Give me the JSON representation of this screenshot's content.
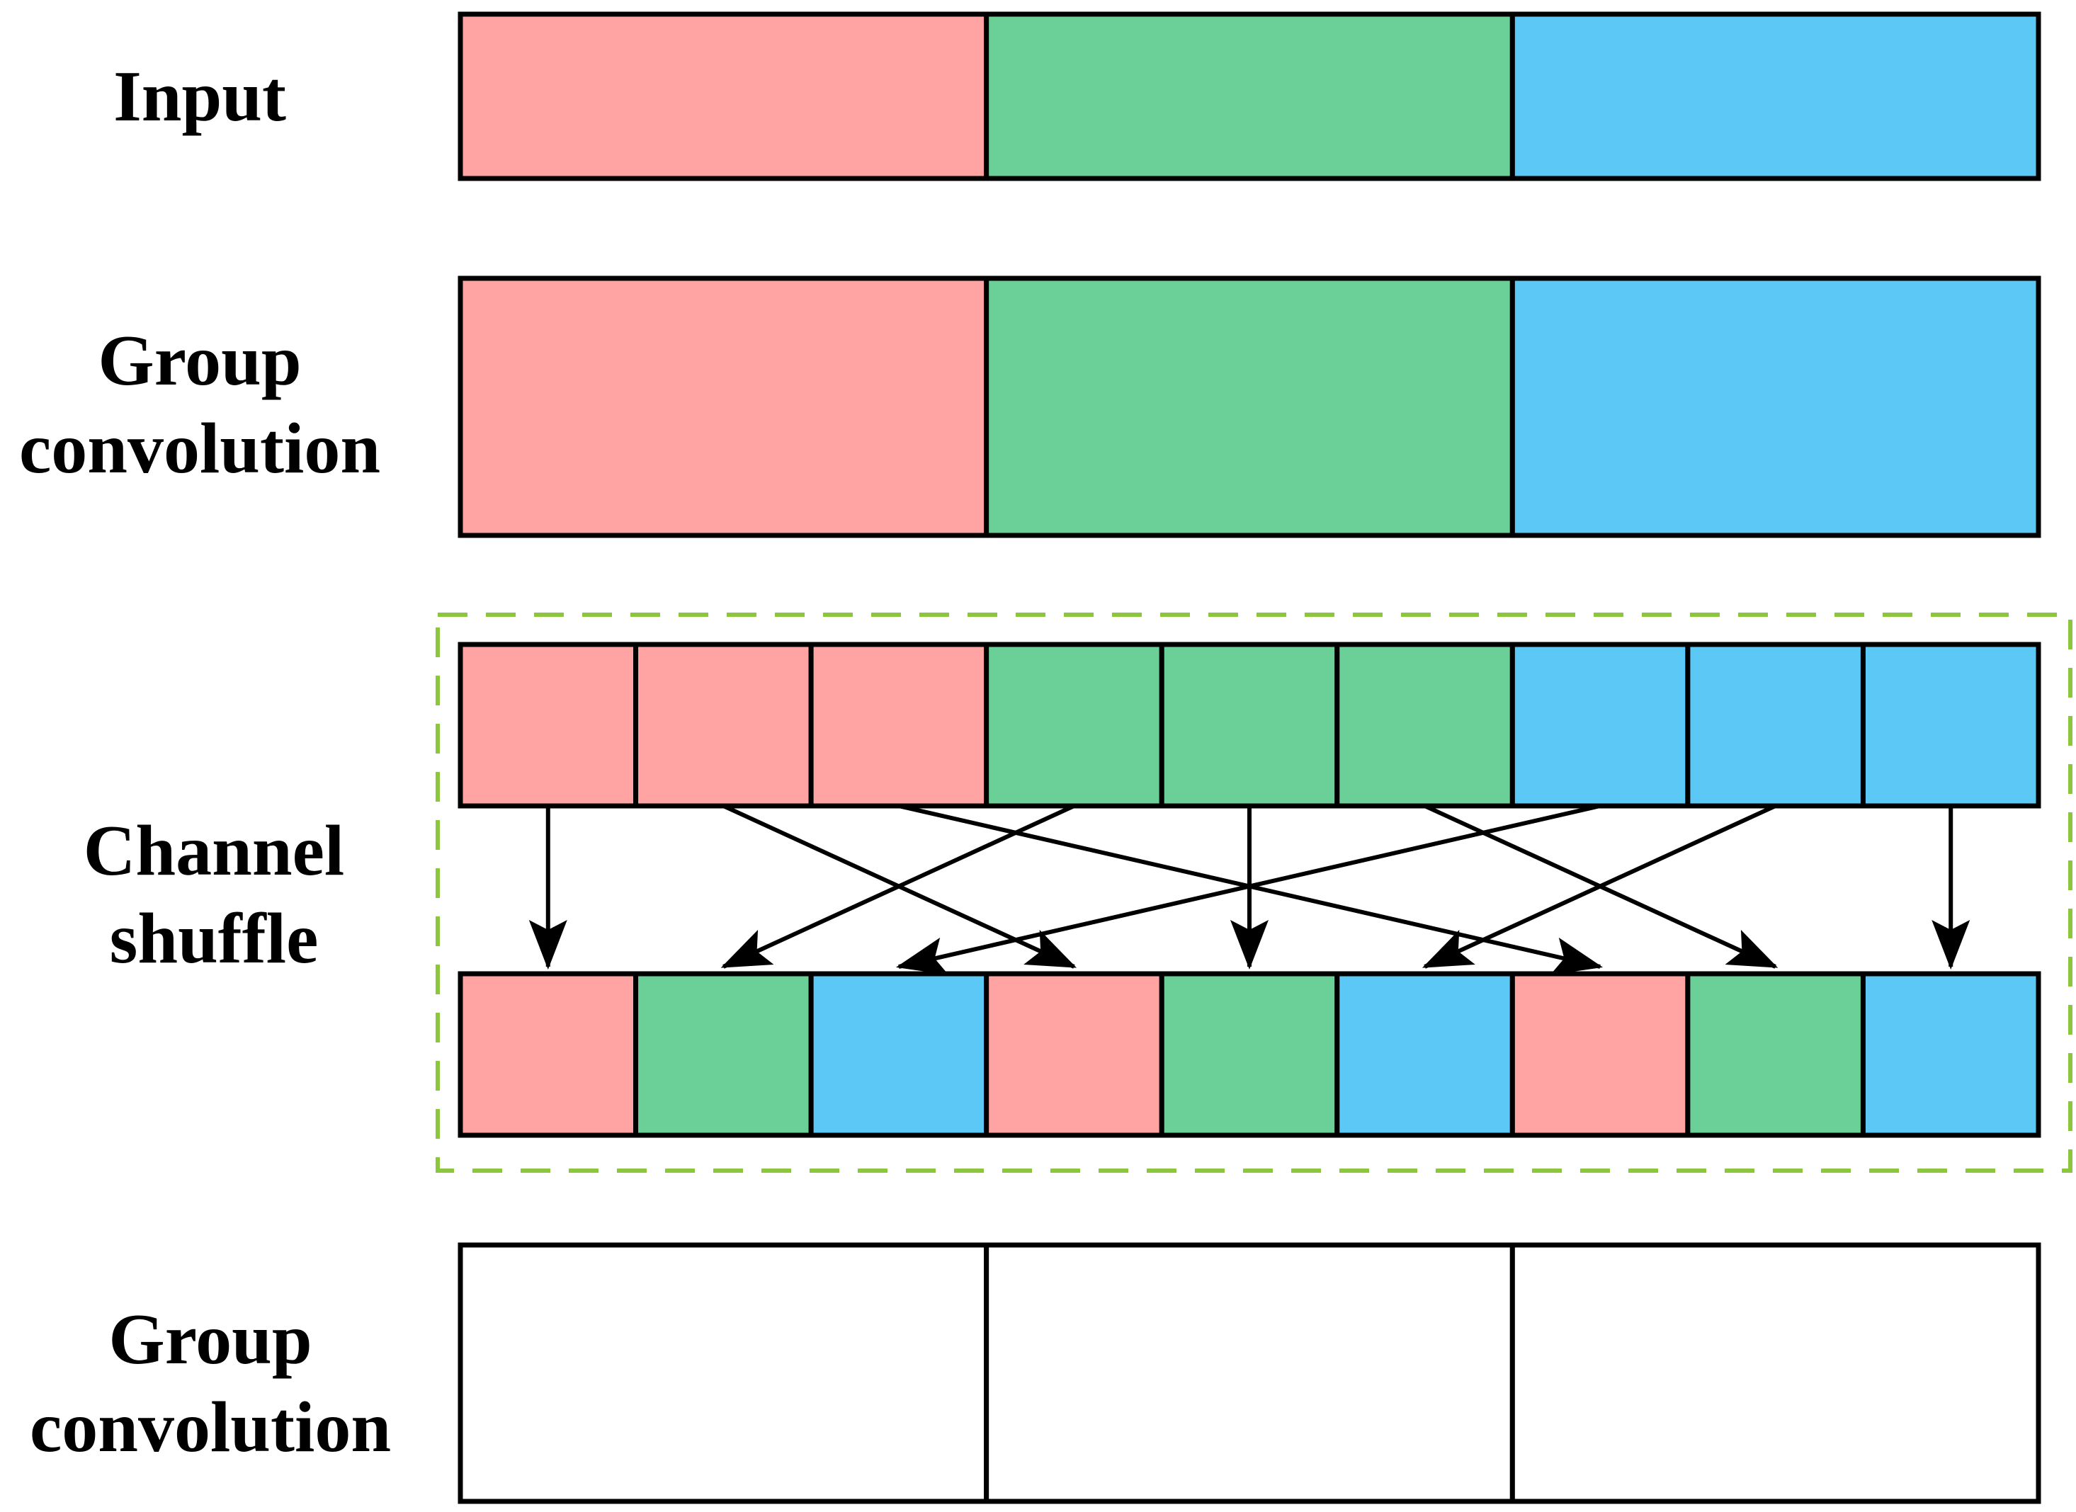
{
  "labels": {
    "input": "Input",
    "group_conv_1": [
      "Group",
      "convolution"
    ],
    "channel_shuffle": [
      "Channel",
      "shuffle"
    ],
    "group_conv_2": [
      "Group",
      "convolution"
    ]
  },
  "colors": {
    "red": "#FFA3A3",
    "green": "#6BD098",
    "blue": "#5BC8F5",
    "empty": "#FFFFFF",
    "border": "#000000",
    "dashed_frame": "#8CC63F"
  },
  "rows": {
    "input": [
      "red",
      "green",
      "blue"
    ],
    "group_conv_1": [
      "red",
      "green",
      "blue"
    ],
    "shuffle_top": [
      "red",
      "red",
      "red",
      "green",
      "green",
      "green",
      "blue",
      "blue",
      "blue"
    ],
    "shuffle_bottom": [
      "red",
      "green",
      "blue",
      "red",
      "green",
      "blue",
      "red",
      "green",
      "blue"
    ],
    "group_conv_2": [
      "empty",
      "empty",
      "empty"
    ]
  },
  "shuffle_links": [
    {
      "from": 0,
      "to": 0
    },
    {
      "from": 1,
      "to": 3
    },
    {
      "from": 2,
      "to": 6
    },
    {
      "from": 3,
      "to": 1
    },
    {
      "from": 4,
      "to": 4
    },
    {
      "from": 5,
      "to": 7
    },
    {
      "from": 6,
      "to": 2
    },
    {
      "from": 7,
      "to": 5
    },
    {
      "from": 8,
      "to": 8
    }
  ]
}
